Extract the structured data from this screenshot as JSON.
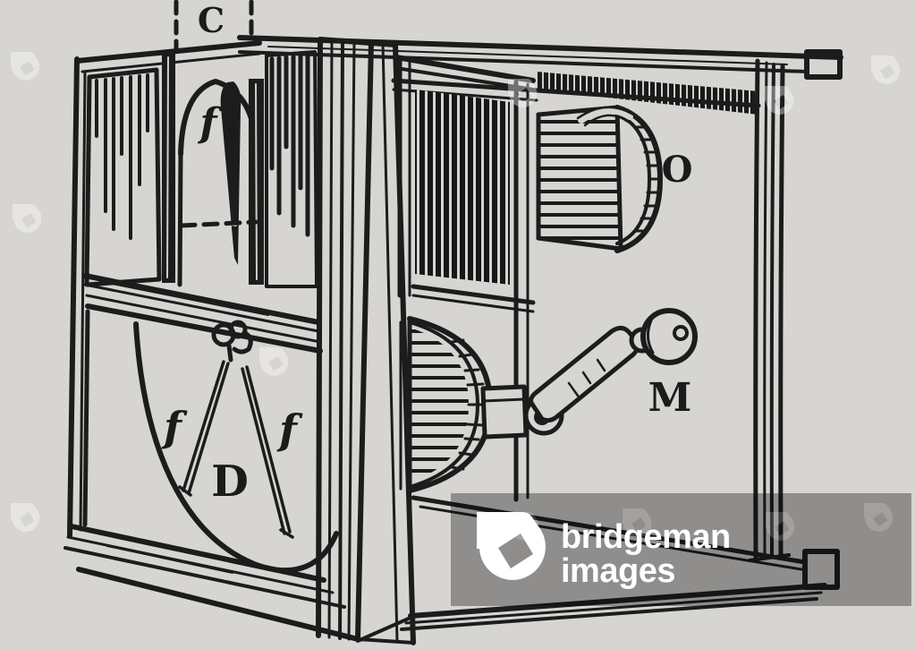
{
  "image": {
    "kind": "stock-photo-engraving",
    "subject": "Antique engraving of a mechanical laboratory apparatus in a wooden frame with drum, crank handle, pendulum and pointer dial"
  },
  "figure_labels": {
    "c": "C",
    "f_top": "f",
    "o": "O",
    "m": "M",
    "f_left": "f",
    "f_right": "f",
    "d": "D"
  },
  "watermark": {
    "brand_line1": "bridgeman",
    "brand_line2": "images",
    "tile_letter": "b",
    "logo_color": "#ffffff",
    "band_color": "#0a0a0a",
    "band_opacity": "0.345"
  },
  "colors": {
    "paper": "#d7d5d2",
    "ink": "#1c1c1c"
  }
}
